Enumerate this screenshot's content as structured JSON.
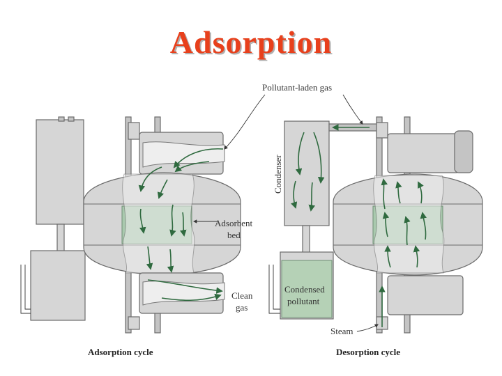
{
  "title": "Adsorption",
  "labels": {
    "pollutant_laden_gas": "Pollutant-laden gas",
    "condenser": "Condenser",
    "adsorbent_bed_line1": "Adsorbent",
    "adsorbent_bed_line2": "bed",
    "clean_gas_line1": "Clean",
    "clean_gas_line2": "gas",
    "condensed_pollutant_line1": "Condensed",
    "condensed_pollutant_line2": "pollutant",
    "steam": "Steam"
  },
  "captions": {
    "adsorption_cycle": "Adsorption cycle",
    "desorption_cycle": "Desorption cycle"
  }
}
